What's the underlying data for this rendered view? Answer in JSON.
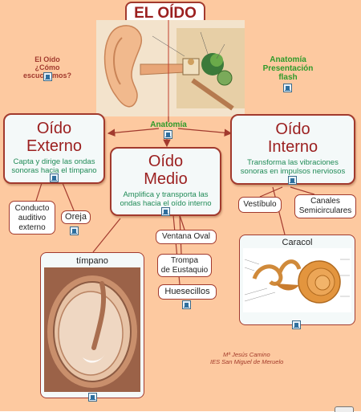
{
  "title": "EL OÍDO",
  "left_link": {
    "line1": "El Oído",
    "line2": "¿Cómo escuchamos?"
  },
  "right_link": {
    "line1": "Anatomía",
    "line2": "Presentación",
    "line3": "flash"
  },
  "anatomia_label": "Anatomía",
  "externo": {
    "title1": "Oído",
    "title2": "Externo",
    "desc": "Capta y dirige las ondas sonoras hacia el tímpano"
  },
  "medio": {
    "title1": "Oído",
    "title2": "Medio",
    "desc": "Amplifica y transporta las ondas hacia el oído interno"
  },
  "interno": {
    "title1": "Oído",
    "title2": "Interno",
    "desc": "Transforma las vibraciones sonoras en impulsos nerviosos"
  },
  "conducto": {
    "line1": "Conducto",
    "line2": "auditivo",
    "line3": "externo"
  },
  "oreja": "Oreja",
  "timpano": "tímpano",
  "ventana": "Ventana Oval",
  "trompa": {
    "line1": "Trompa",
    "line2": "de Eustaquio"
  },
  "huesecillos": "Huesecillos",
  "vestibulo": "Vestíbulo",
  "canales": {
    "line1": "Canales",
    "line2": "Semicirculares"
  },
  "caracol": "Caracol",
  "credit": {
    "line1": "Mª Jesús Camino",
    "line2": "IES San Miguel de Meruelo"
  },
  "colors": {
    "background": "#fdc9a0",
    "node_border": "#a23a2e",
    "title_red": "#9b1f1f",
    "desc_green": "#1f8a56",
    "link_green": "#2f9a2a"
  }
}
